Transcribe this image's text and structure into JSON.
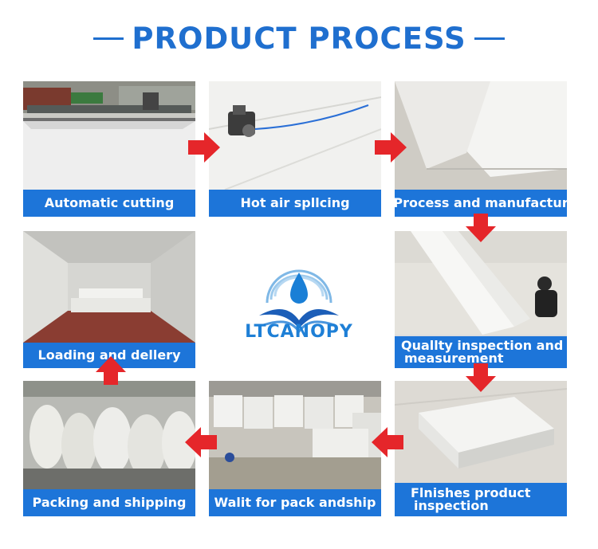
{
  "header": {
    "title": "PRODUCT PROCESS"
  },
  "logo": {
    "brand": "LTCANOPY"
  },
  "steps": [
    {
      "label": "Automatic cutting"
    },
    {
      "label": "Hot air spllcing"
    },
    {
      "label": "Process and manufactur"
    },
    {
      "label": "Loading and dellery"
    },
    {
      "label_line1": "Quallty inspection and",
      "label_line2": "measurement"
    },
    {
      "label": "Packing and shipping"
    },
    {
      "label": "Walit for pack andship"
    },
    {
      "label_line1": "Flnishes product",
      "label_line2": "inspection"
    }
  ],
  "colors": {
    "accent": "#1f6fcf",
    "caption_bg": "#1d75d9",
    "arrow": "#e5262a"
  }
}
